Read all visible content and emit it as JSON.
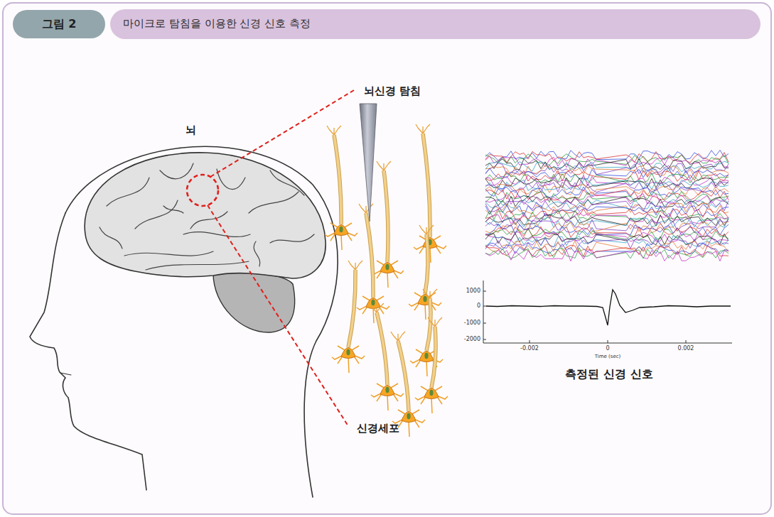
{
  "diagram": {
    "title": "마이크로 탐침을 이용한 신경 신호 측정",
    "nodes": [
      {
        "text": [
          "그림 2"
        ]
      }
    ],
    "labels": [
      "뇌",
      "뇌신경 탐침",
      "신경세포",
      "측정된 신경 신호",
      "1000",
      "0",
      "-1000",
      "-2000",
      "-0.002",
      "0",
      "0.002",
      "Time (sec)"
    ]
  }
}
